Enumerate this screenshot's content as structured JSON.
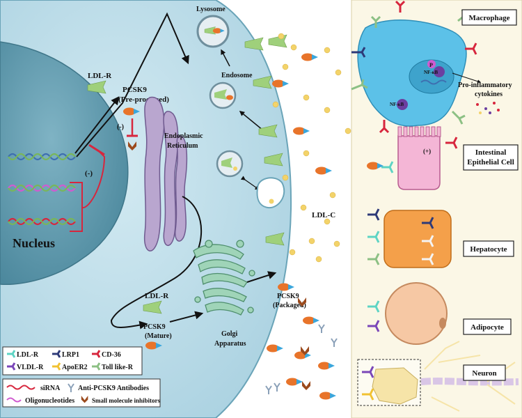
{
  "labels": {
    "nucleus": "Nucleus",
    "lysosome": "Lysosome",
    "endosome": "Endosome",
    "er": [
      "Endoplasmic",
      "Reticulum"
    ],
    "golgi": [
      "Golgi",
      "Apparatus"
    ],
    "ldlr_top": "LDL-R",
    "pcsk9_pre": [
      "PCSK9",
      "(Pre-processed)"
    ],
    "inhibit_top": "(-)",
    "inhibit_dna": "(-)",
    "ldlr_mid": "LDL-R",
    "pcsk9_mature": [
      "PCSK9",
      "(Mature)"
    ],
    "pcsk9_packaged": [
      "PCSK9",
      "(Packaged)"
    ],
    "ldlc": "LDL-C",
    "proinflammatory": [
      "Pro-inflammatory",
      "cytokines"
    ],
    "nfkb": "NF-κB",
    "p_label": "P",
    "plus": "(+)"
  },
  "cell_boxes": [
    "Macrophage",
    "Intestinal Epithelial Cell",
    "Hepatocyte",
    "Adipocyte",
    "Neuron"
  ],
  "legend": {
    "receptors": [
      "LDL-R",
      "LRP1",
      "CD-36",
      "VLDL-R",
      "ApoER2",
      "Toll like-R"
    ],
    "therapeutics": [
      "siRNA",
      "Anti-PCSK9 Antibodies",
      "Oligonucleotides",
      "Small molecule inhibitors"
    ]
  },
  "colors": {
    "cell": "#b9dbe8",
    "nucleus": "#5c98ad",
    "outer_panel": "#fbf7e6",
    "ldlr": "#9fd07b",
    "pcsk9_body": "#e8742a",
    "pcsk9_tip": "#3aa6dc",
    "ldlc": "#f3d36a",
    "lrp1": "#2e3a78",
    "cd36": "#d7263d",
    "vldlr": "#7a46b8",
    "apoer2": "#f1c232",
    "toll": "#8cc084",
    "macrophage": "#5cc1e8",
    "intestinal": "#f4b6d6",
    "hepatocyte": "#f4a04a",
    "adipocyte": "#f6c8a4",
    "neuron": "#f6e4a8",
    "sirna": "#d7263d",
    "oligo": "#d05bd0",
    "inhibitor": "#9b4a1d"
  }
}
